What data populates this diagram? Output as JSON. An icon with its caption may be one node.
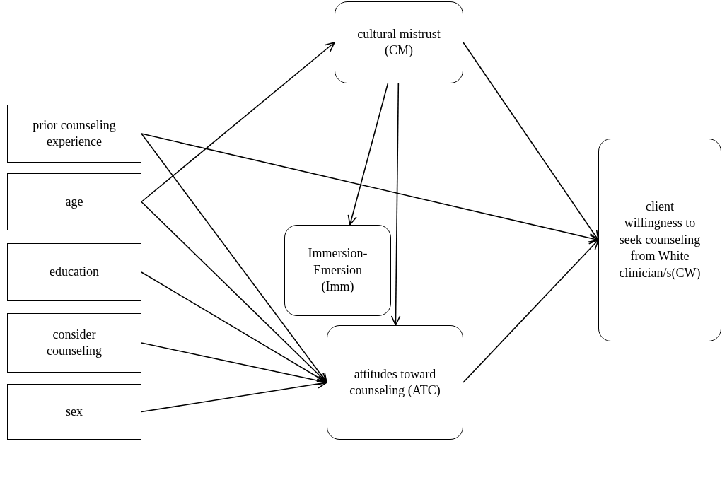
{
  "diagram": {
    "nodes": [
      {
        "text": [
          "cultural mistrust (CM)"
        ]
      },
      {
        "text": [
          "prior counseling experience"
        ]
      },
      {
        "text": [
          "age"
        ]
      },
      {
        "text": [
          "education"
        ]
      },
      {
        "text": [
          "consider counseling"
        ]
      },
      {
        "text": [
          "sex"
        ]
      },
      {
        "text": [
          "Immersion-Emersion (Imm)"
        ]
      },
      {
        "text": [
          "attitudes toward counseling (ATC)"
        ]
      },
      {
        "text": [
          "client willingness to seek counseling from White clinician/s(CW)"
        ]
      }
    ],
    "edges": [
      {
        "from": 1,
        "to": 8,
        "arrow": "to"
      },
      {
        "from": 1,
        "to": 7,
        "arrow": "to"
      },
      {
        "from": 2,
        "to": 0,
        "arrow": "to"
      },
      {
        "from": 2,
        "to": 7,
        "arrow": "to"
      },
      {
        "from": 3,
        "to": 7,
        "arrow": "to"
      },
      {
        "from": 4,
        "to": 7,
        "arrow": "to"
      },
      {
        "from": 5,
        "to": 7,
        "arrow": "to"
      },
      {
        "from": 0,
        "to": 6,
        "arrow": "to"
      },
      {
        "from": 0,
        "to": 7,
        "arrow": "to"
      },
      {
        "from": 0,
        "to": 8,
        "arrow": "to"
      },
      {
        "from": 7,
        "to": 8,
        "arrow": "to"
      }
    ]
  }
}
